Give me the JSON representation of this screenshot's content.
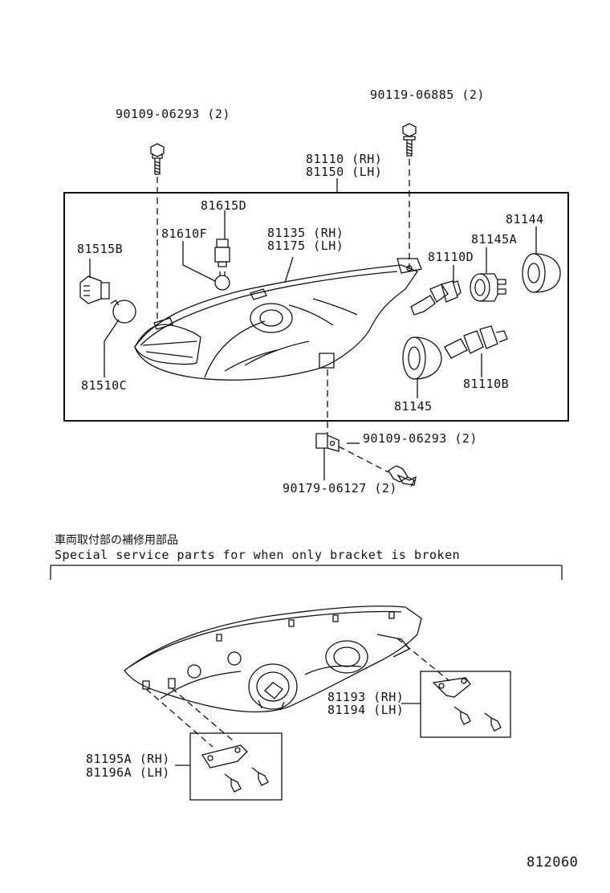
{
  "parts": {
    "bolt_top_left": "90109-06293 (2)",
    "bolt_top_right": "90119-06885 (2)",
    "headlamp_rh": "81110 (RH)",
    "headlamp_lh": "81150 (LH)",
    "p81615D": "81615D",
    "p81610F": "81610F",
    "lens_rh": "81135 (RH)",
    "lens_lh": "81175 (LH)",
    "p81144": "81144",
    "p81145A": "81145A",
    "p81110D": "81110D",
    "p81515B": "81515B",
    "p81510C": "81510C",
    "p81110B": "81110B",
    "p81145": "81145",
    "bolt_bottom": "90109-06293 (2)",
    "nut_bottom": "90179-06127 (2)",
    "bracket_rh": "81193 (RH)",
    "bracket_lh": "81194 (LH)",
    "bracket2_rh": "81195A (RH)",
    "bracket2_lh": "81196A (LH)"
  },
  "section": {
    "japanese_heading": "車両取付部の補修用部品",
    "english_heading": "Special service parts for when only bracket is broken"
  },
  "diagram_number": "812060"
}
